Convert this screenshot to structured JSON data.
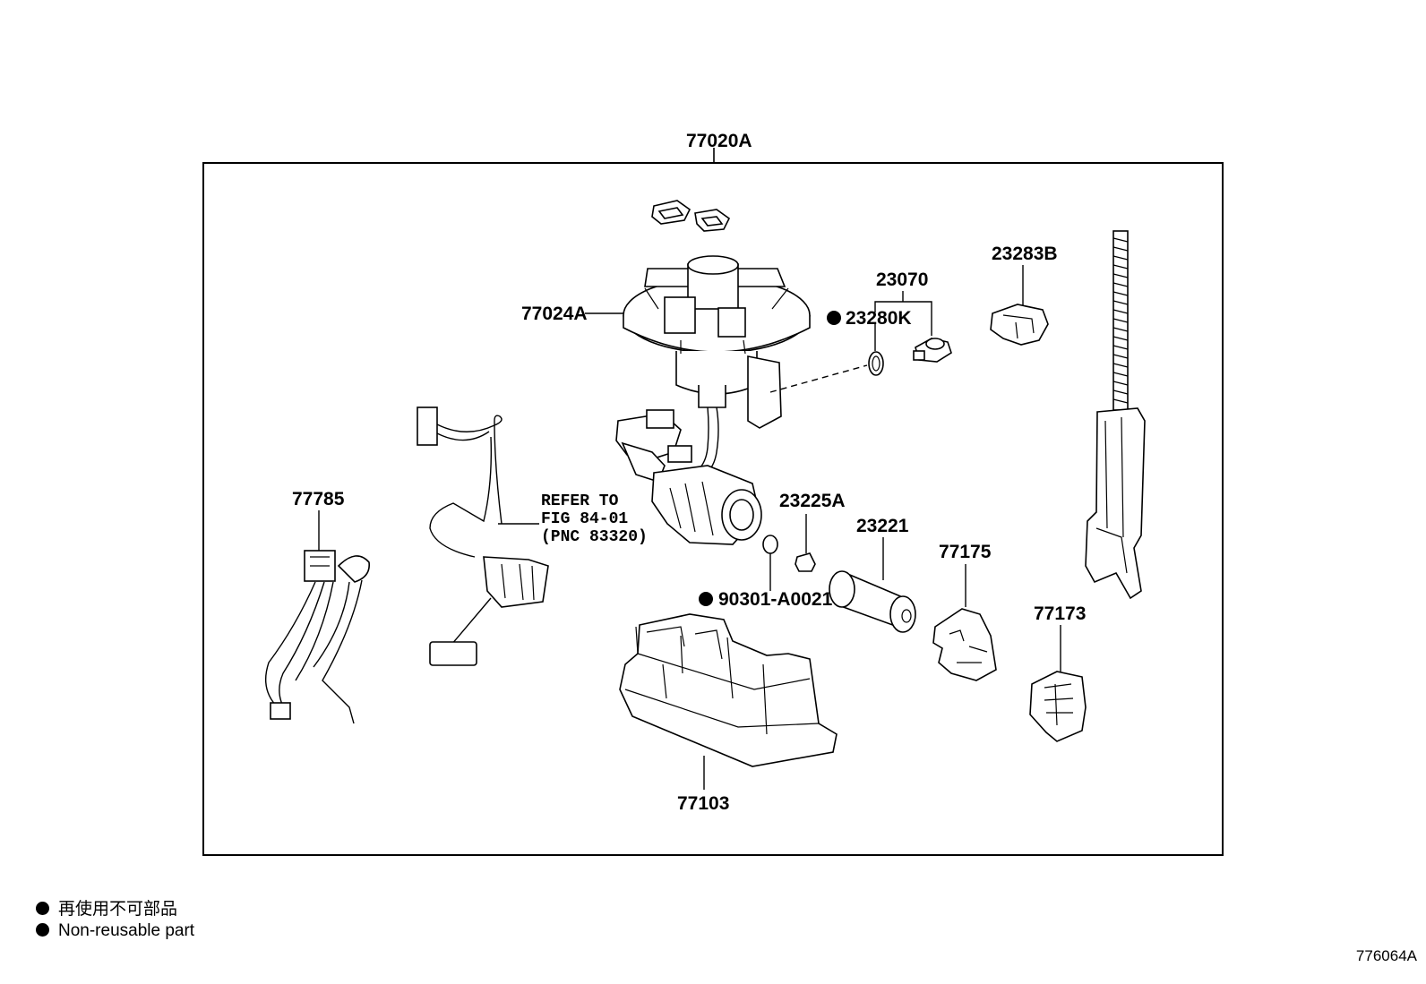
{
  "assembly_label": "77020A",
  "labels": {
    "p77024A": "77024A",
    "p23070": "23070",
    "p23280K": "23280K",
    "p23283B": "23283B",
    "p77785": "77785",
    "p23225A": "23225A",
    "p23221": "23221",
    "p77175": "77175",
    "p90301": "90301-A0021",
    "p77173": "77173",
    "p77103": "77103"
  },
  "refer_note": {
    "line1": "REFER TO",
    "line2": "FIG 84-01",
    "line3": "(PNC 83320)"
  },
  "legend": {
    "japanese": "再使用不可部品",
    "english": "Non-reusable part"
  },
  "figure_code": "776064A"
}
